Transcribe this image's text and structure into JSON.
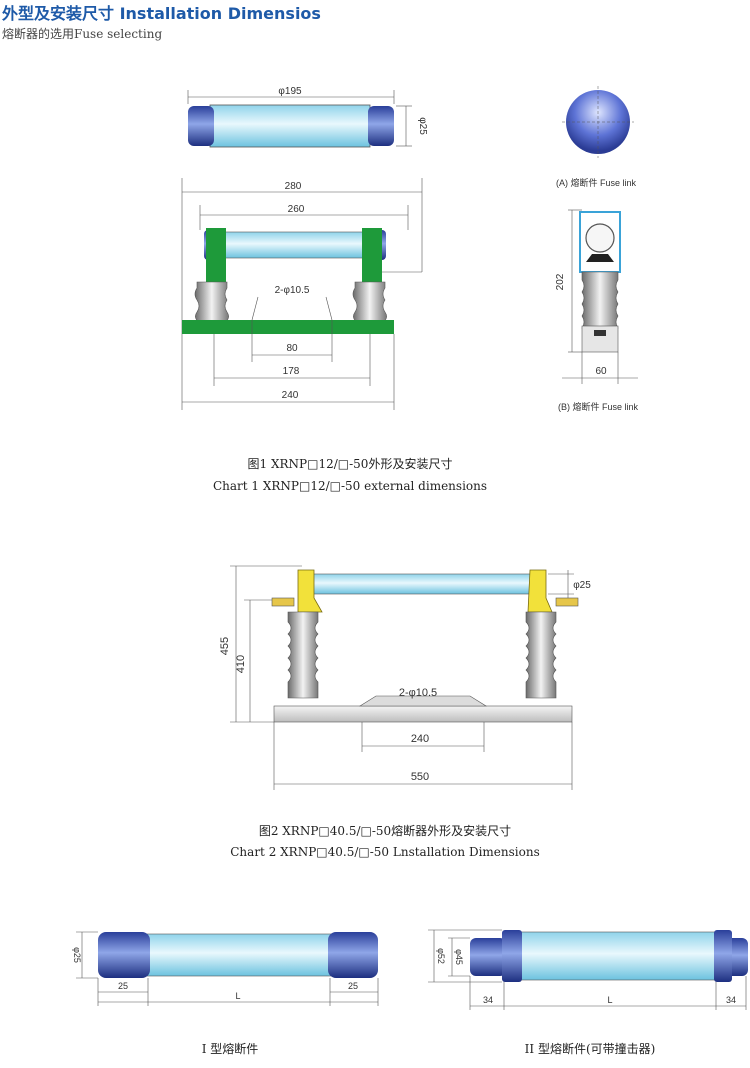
{
  "header": {
    "title": "外型及安装尺寸 Installation Dimensios",
    "subtitle": "熔断器的选用Fuse selecting"
  },
  "fig1": {
    "dim_195": "φ195",
    "dim_25": "φ25",
    "dim_280": "280",
    "dim_260": "260",
    "holes": "2-φ10.5",
    "dim_80": "80",
    "dim_178": "178",
    "dim_240": "240",
    "dim_202": "202",
    "dim_60": "60",
    "label_a": "(A) 熔断件 Fuse link",
    "label_b": "(B) 熔断件 Fuse link",
    "caption_cn": "图1 XRNP□12/□-50外形及安装尺寸",
    "caption_en": "Chart 1 XRNP□12/□-50 external dimensions"
  },
  "fig2": {
    "dim_455": "455",
    "dim_410": "410",
    "dim_25": "φ25",
    "holes": "2-φ10.5",
    "dim_240": "240",
    "dim_550": "550",
    "caption_cn": "图2 XRNP□40.5/□-50熔断器外形及安装尺寸",
    "caption_en": "Chart 2 XRNP□40.5/□-50 Lnstallation Dimensions"
  },
  "fig3": {
    "dim_phi25": "φ25",
    "dim_left": "25",
    "dim_L": "L",
    "dim_right": "25",
    "caption": "I 型熔断件"
  },
  "fig4": {
    "dim_phi52": "φ52",
    "dim_phi45": "φ45",
    "dim_left": "34",
    "dim_L": "L",
    "dim_right": "34",
    "caption": "II 型熔断件(可带撞击器)"
  }
}
